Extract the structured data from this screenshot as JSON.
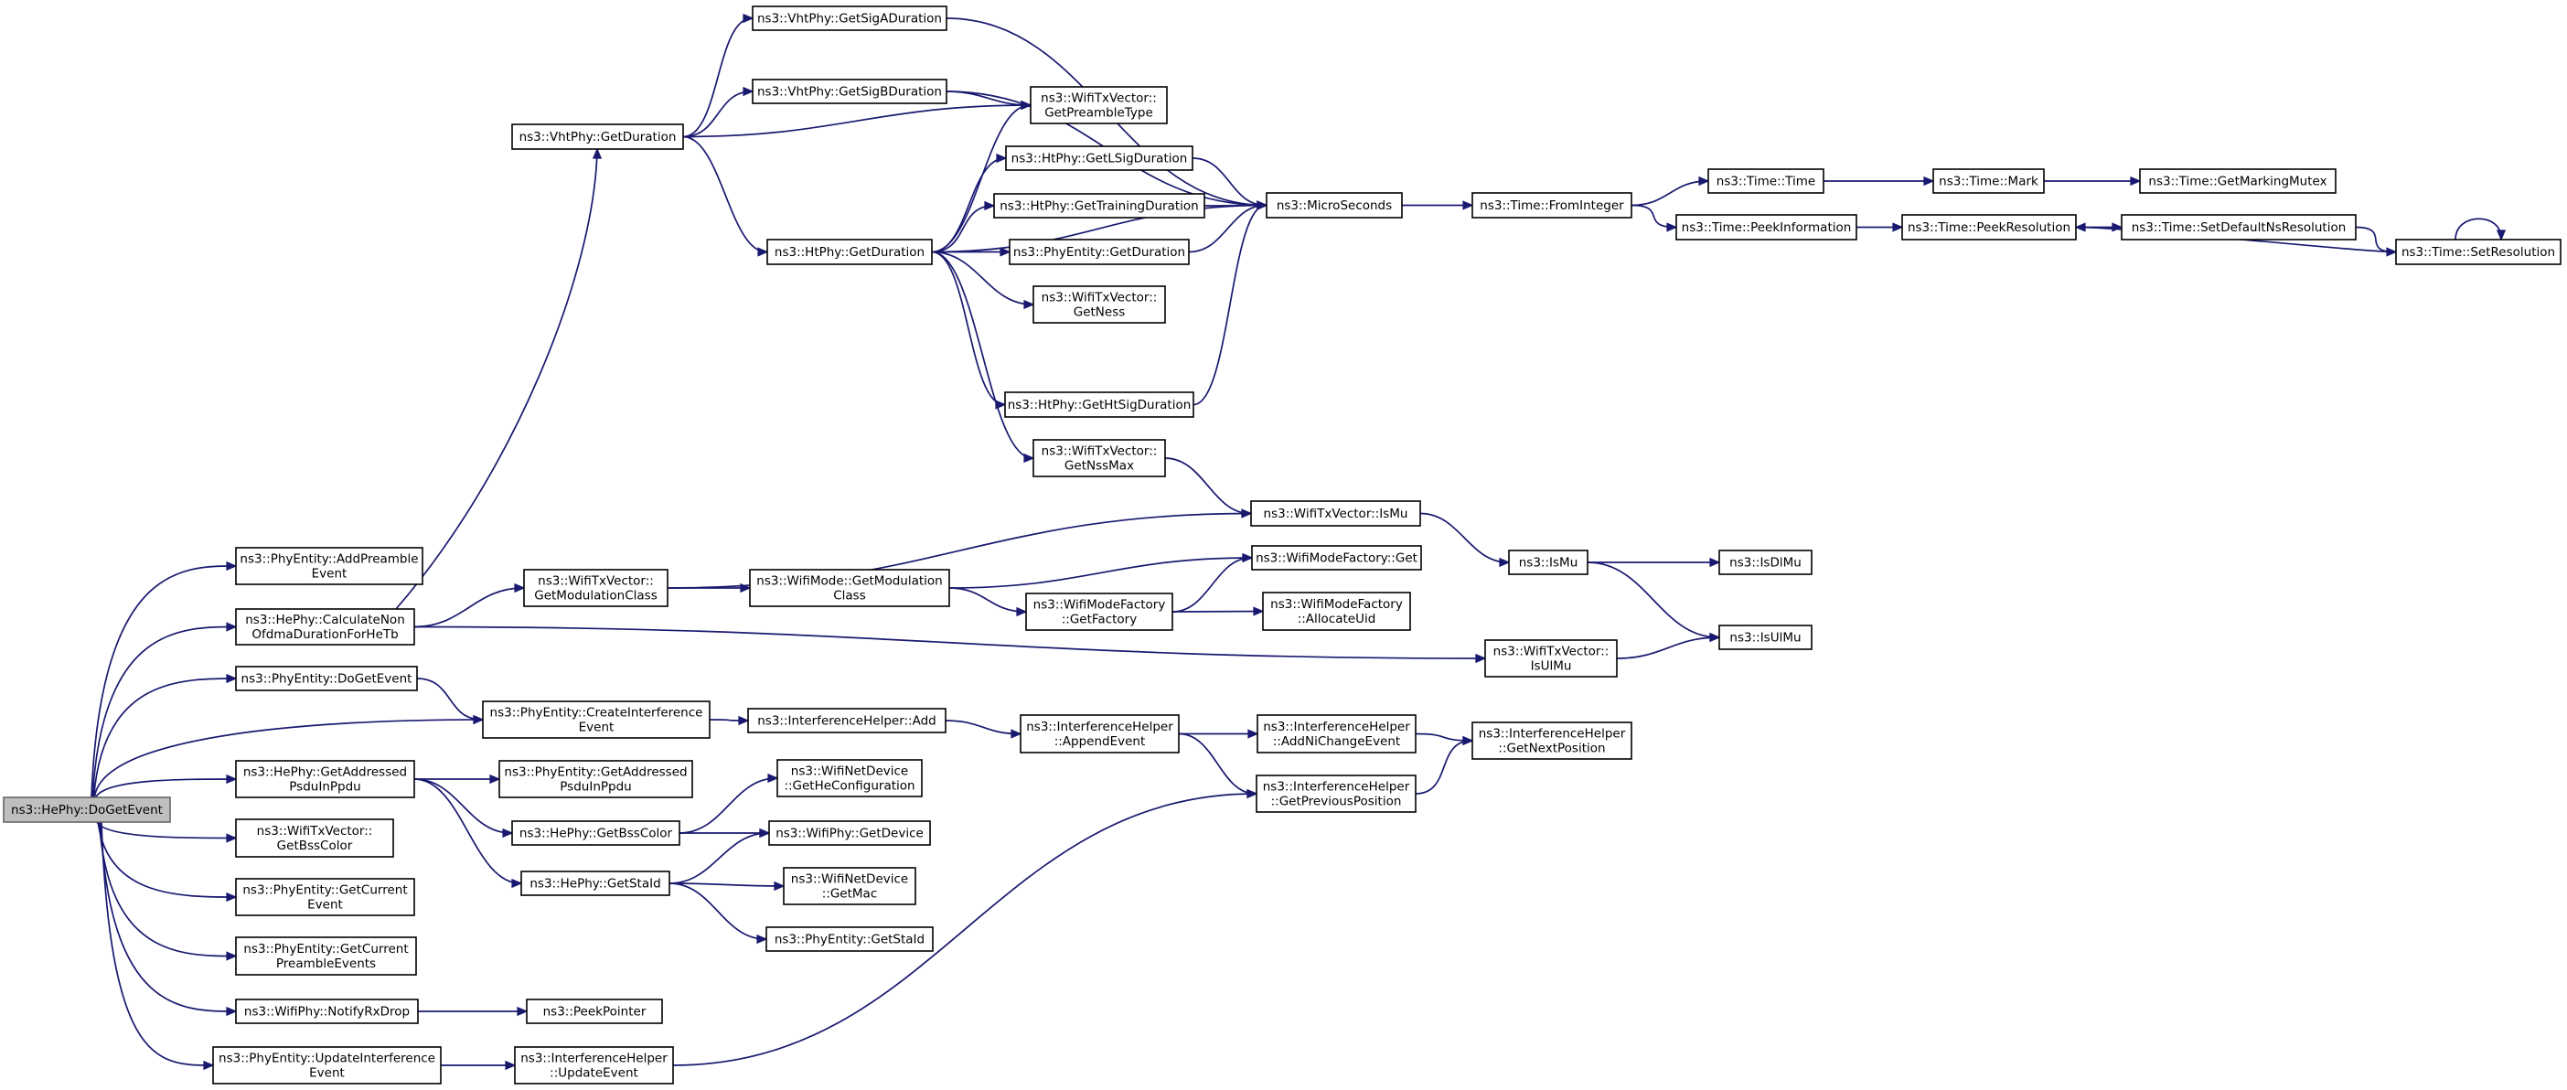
{
  "graph": {
    "colors": {
      "edge": "#191970",
      "node_border": "#000000",
      "root_fill": "#bfbfbf",
      "background": "#ffffff"
    },
    "nodes": {
      "root": [
        "ns3::HePhy::DoGetEvent"
      ],
      "add_preamble": [
        "ns3::PhyEntity::AddPreamble",
        "Event"
      ],
      "calc_non_ofdma": [
        "ns3::HePhy::CalculateNon",
        "OfdmaDurationForHeTb"
      ],
      "phy_do_get_event": [
        "ns3::PhyEntity::DoGetEvent"
      ],
      "create_interference": [
        "ns3::PhyEntity::CreateInterference",
        "Event"
      ],
      "he_get_addressed": [
        "ns3::HePhy::GetAddressed",
        "PsduInPpdu"
      ],
      "get_bss_color_vec": [
        "ns3::WifiTxVector::",
        "GetBssColor"
      ],
      "get_current_event": [
        "ns3::PhyEntity::GetCurrent",
        "Event"
      ],
      "get_current_preamble": [
        "ns3::PhyEntity::GetCurrent",
        "PreambleEvents"
      ],
      "notify_rx_drop": [
        "ns3::WifiPhy::NotifyRxDrop"
      ],
      "update_interference": [
        "ns3::PhyEntity::UpdateInterference",
        "Event"
      ],
      "vht_get_duration": [
        "ns3::VhtPhy::GetDuration"
      ],
      "get_modulation_class_vec": [
        "ns3::WifiTxVector::",
        "GetModulationClass"
      ],
      "ih_add": [
        "ns3::InterferenceHelper::Add"
      ],
      "phy_get_addressed": [
        "ns3::PhyEntity::GetAddressed",
        "PsduInPpdu"
      ],
      "he_get_bss_color": [
        "ns3::HePhy::GetBssColor"
      ],
      "he_get_sta_id": [
        "ns3::HePhy::GetStaId"
      ],
      "peek_pointer": [
        "ns3::PeekPointer"
      ],
      "ih_update_event": [
        "ns3::InterferenceHelper",
        "::UpdateEvent"
      ],
      "vht_get_siga": [
        "ns3::VhtPhy::GetSigADuration"
      ],
      "vht_get_sigb": [
        "ns3::VhtPhy::GetSigBDuration"
      ],
      "ht_get_duration": [
        "ns3::HtPhy::GetDuration"
      ],
      "wifimode_get_mod_class": [
        "ns3::WifiMode::GetModulation",
        "Class"
      ],
      "wnd_get_he_config": [
        "ns3::WifiNetDevice",
        "::GetHeConfiguration"
      ],
      "wifiphy_get_device": [
        "ns3::WifiPhy::GetDevice"
      ],
      "wnd_get_mac": [
        "ns3::WifiNetDevice",
        "::GetMac"
      ],
      "phy_get_sta_id": [
        "ns3::PhyEntity::GetStaId"
      ],
      "get_preamble_type": [
        "ns3::WifiTxVector::",
        "GetPreambleType"
      ],
      "ht_get_lsig": [
        "ns3::HtPhy::GetLSigDuration"
      ],
      "ht_get_training": [
        "ns3::HtPhy::GetTrainingDuration"
      ],
      "phy_get_duration": [
        "ns3::PhyEntity::GetDuration"
      ],
      "get_ness": [
        "ns3::WifiTxVector::",
        "GetNess"
      ],
      "ht_get_htsig": [
        "ns3::HtPhy::GetHtSigDuration"
      ],
      "get_nss_max": [
        "ns3::WifiTxVector::",
        "GetNssMax"
      ],
      "wmf_get_factory": [
        "ns3::WifiModeFactory",
        "::GetFactory"
      ],
      "ih_append_event": [
        "ns3::InterferenceHelper",
        "::AppendEvent"
      ],
      "micro_seconds": [
        "ns3::MicroSeconds"
      ],
      "vec_is_mu": [
        "ns3::WifiTxVector::IsMu"
      ],
      "wmf_get": [
        "ns3::WifiModeFactory::Get"
      ],
      "wmf_allocate_uid": [
        "ns3::WifiModeFactory",
        "::AllocateUid"
      ],
      "ih_add_ni_change": [
        "ns3::InterferenceHelper",
        "::AddNiChangeEvent"
      ],
      "ih_get_prev_pos": [
        "ns3::InterferenceHelper",
        "::GetPreviousPosition"
      ],
      "time_from_integer": [
        "ns3::Time::FromInteger"
      ],
      "vec_is_ul_mu": [
        "ns3::WifiTxVector::",
        "IsUlMu"
      ],
      "is_mu": [
        "ns3::IsMu"
      ],
      "ih_get_next_pos": [
        "ns3::InterferenceHelper",
        "::GetNextPosition"
      ],
      "time_time": [
        "ns3::Time::Time"
      ],
      "time_peek_info": [
        "ns3::Time::PeekInformation"
      ],
      "is_dl_mu": [
        "ns3::IsDlMu"
      ],
      "is_ul_mu": [
        "ns3::IsUlMu"
      ],
      "time_mark": [
        "ns3::Time::Mark"
      ],
      "time_peek_resolution": [
        "ns3::Time::PeekResolution"
      ],
      "time_get_marking_mutex": [
        "ns3::Time::GetMarkingMutex"
      ],
      "time_set_default_ns_res": [
        "ns3::Time::SetDefaultNsResolution"
      ],
      "time_set_resolution": [
        "ns3::Time::SetResolution"
      ]
    },
    "edges": [
      [
        "root",
        "add_preamble"
      ],
      [
        "root",
        "calc_non_ofdma"
      ],
      [
        "root",
        "phy_do_get_event"
      ],
      [
        "root",
        "create_interference"
      ],
      [
        "root",
        "he_get_addressed"
      ],
      [
        "root",
        "get_bss_color_vec"
      ],
      [
        "root",
        "get_current_event"
      ],
      [
        "root",
        "get_current_preamble"
      ],
      [
        "root",
        "notify_rx_drop"
      ],
      [
        "root",
        "update_interference"
      ],
      [
        "calc_non_ofdma",
        "vht_get_duration"
      ],
      [
        "calc_non_ofdma",
        "get_modulation_class_vec"
      ],
      [
        "calc_non_ofdma",
        "vec_is_ul_mu"
      ],
      [
        "phy_do_get_event",
        "create_interference"
      ],
      [
        "create_interference",
        "ih_add"
      ],
      [
        "he_get_addressed",
        "phy_get_addressed"
      ],
      [
        "he_get_addressed",
        "he_get_bss_color"
      ],
      [
        "he_get_addressed",
        "he_get_sta_id"
      ],
      [
        "notify_rx_drop",
        "peek_pointer"
      ],
      [
        "update_interference",
        "ih_update_event"
      ],
      [
        "vht_get_duration",
        "vht_get_siga"
      ],
      [
        "vht_get_duration",
        "vht_get_sigb"
      ],
      [
        "vht_get_duration",
        "get_preamble_type"
      ],
      [
        "vht_get_duration",
        "ht_get_duration"
      ],
      [
        "get_modulation_class_vec",
        "wifimode_get_mod_class"
      ],
      [
        "get_modulation_class_vec",
        "vec_is_mu"
      ],
      [
        "ih_add",
        "ih_append_event"
      ],
      [
        "he_get_bss_color",
        "wnd_get_he_config"
      ],
      [
        "he_get_bss_color",
        "wifiphy_get_device"
      ],
      [
        "he_get_sta_id",
        "wifiphy_get_device"
      ],
      [
        "he_get_sta_id",
        "wnd_get_mac"
      ],
      [
        "he_get_sta_id",
        "phy_get_sta_id"
      ],
      [
        "ih_update_event",
        "ih_get_prev_pos"
      ],
      [
        "vht_get_siga",
        "micro_seconds"
      ],
      [
        "vht_get_sigb",
        "get_preamble_type"
      ],
      [
        "vht_get_sigb",
        "micro_seconds"
      ],
      [
        "ht_get_duration",
        "get_preamble_type"
      ],
      [
        "ht_get_duration",
        "ht_get_lsig"
      ],
      [
        "ht_get_duration",
        "ht_get_training"
      ],
      [
        "ht_get_duration",
        "phy_get_duration"
      ],
      [
        "ht_get_duration",
        "get_ness"
      ],
      [
        "ht_get_duration",
        "micro_seconds"
      ],
      [
        "ht_get_duration",
        "ht_get_htsig"
      ],
      [
        "ht_get_duration",
        "get_nss_max"
      ],
      [
        "wifimode_get_mod_class",
        "wmf_get"
      ],
      [
        "wifimode_get_mod_class",
        "wmf_get_factory"
      ],
      [
        "ht_get_lsig",
        "micro_seconds"
      ],
      [
        "ht_get_training",
        "micro_seconds"
      ],
      [
        "phy_get_duration",
        "micro_seconds"
      ],
      [
        "ht_get_htsig",
        "micro_seconds"
      ],
      [
        "get_nss_max",
        "vec_is_mu"
      ],
      [
        "wmf_get_factory",
        "wmf_get"
      ],
      [
        "wmf_get_factory",
        "wmf_allocate_uid"
      ],
      [
        "ih_append_event",
        "ih_add_ni_change"
      ],
      [
        "ih_append_event",
        "ih_get_prev_pos"
      ],
      [
        "micro_seconds",
        "time_from_integer"
      ],
      [
        "vec_is_mu",
        "is_mu"
      ],
      [
        "ih_add_ni_change",
        "ih_get_next_pos"
      ],
      [
        "ih_get_prev_pos",
        "ih_get_next_pos"
      ],
      [
        "time_from_integer",
        "time_time"
      ],
      [
        "time_from_integer",
        "time_peek_info"
      ],
      [
        "vec_is_ul_mu",
        "is_ul_mu"
      ],
      [
        "is_mu",
        "is_dl_mu"
      ],
      [
        "is_mu",
        "is_ul_mu"
      ],
      [
        "time_time",
        "time_mark"
      ],
      [
        "time_peek_info",
        "time_peek_resolution"
      ],
      [
        "time_mark",
        "time_get_marking_mutex"
      ],
      [
        "time_peek_resolution",
        "time_set_default_ns_res"
      ],
      [
        "time_set_default_ns_res",
        "time_set_resolution"
      ],
      [
        "time_set_resolution",
        "time_peek_resolution"
      ],
      [
        "time_set_resolution",
        "time_set_resolution"
      ]
    ]
  }
}
